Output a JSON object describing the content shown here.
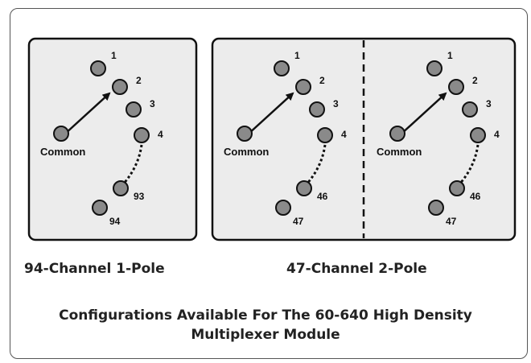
{
  "colors": {
    "panel_fill": "#ececec",
    "panel_border": "#111111",
    "node_fill": "#8a8a8a",
    "line": "#111111"
  },
  "panel_one_pole": {
    "common_label": "Common",
    "channels": {
      "c1": "1",
      "c2": "2",
      "c3": "3",
      "c4": "4",
      "c_second_last": "93",
      "c_last": "94"
    }
  },
  "panel_two_pole": {
    "pole_a": {
      "common_label": "Common",
      "channels": {
        "c1": "1",
        "c2": "2",
        "c3": "3",
        "c4": "4",
        "c_second_last": "46",
        "c_last": "47"
      }
    },
    "pole_b": {
      "common_label": "Common",
      "channels": {
        "c1": "1",
        "c2": "2",
        "c3": "3",
        "c4": "4",
        "c_second_last": "46",
        "c_last": "47"
      }
    }
  },
  "captions": {
    "one_pole": "94-Channel 1-Pole",
    "two_pole": "47-Channel 2-Pole"
  },
  "title": {
    "line1": "Configurations Available For The 60-640 High Density",
    "line2": "Multiplexer Module"
  }
}
